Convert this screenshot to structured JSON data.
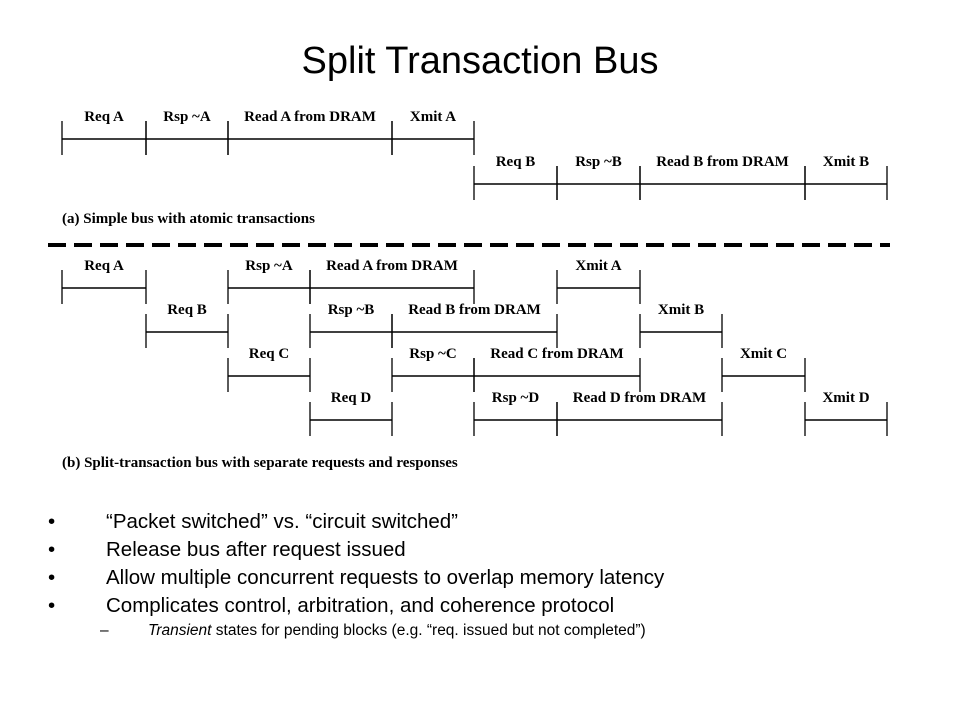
{
  "title": "Split Transaction Bus",
  "diagram": {
    "timeline_a": {
      "caption": "(a) Simple bus with atomic transactions",
      "rows": [
        {
          "segments": [
            "Req A",
            "Rsp ~A",
            "Read A from DRAM",
            "Xmit A"
          ]
        },
        {
          "segments": [
            "Req B",
            "Rsp ~B",
            "Read B from DRAM",
            "Xmit B"
          ]
        }
      ]
    },
    "timeline_b": {
      "caption": "(b) Split-transaction bus with separate requests and responses",
      "rows": [
        {
          "segments": [
            "Req A",
            "Rsp ~A",
            "Read A from DRAM",
            "Xmit A"
          ]
        },
        {
          "segments": [
            "Req B",
            "Rsp ~B",
            "Read B from DRAM",
            "Xmit B"
          ]
        },
        {
          "segments": [
            "Req C",
            "Rsp ~C",
            "Read C from DRAM",
            "Xmit C"
          ]
        },
        {
          "segments": [
            "Req D",
            "Rsp ~D",
            "Read D from DRAM",
            "Xmit D"
          ]
        }
      ]
    }
  },
  "bullets": [
    {
      "marker": "•",
      "text": "“Packet switched” vs. “circuit switched”"
    },
    {
      "marker": "•",
      "text": "Release bus after request issued"
    },
    {
      "marker": "•",
      "text": "Allow multiple concurrent requests to overlap memory latency"
    },
    {
      "marker": "•",
      "text": "Complicates control, arbitration, and coherence protocol"
    }
  ],
  "sub_bullet": {
    "marker": "–",
    "emphasis": "Transient",
    "text": " states for pending blocks (e.g. “req. issued but not completed”)"
  }
}
